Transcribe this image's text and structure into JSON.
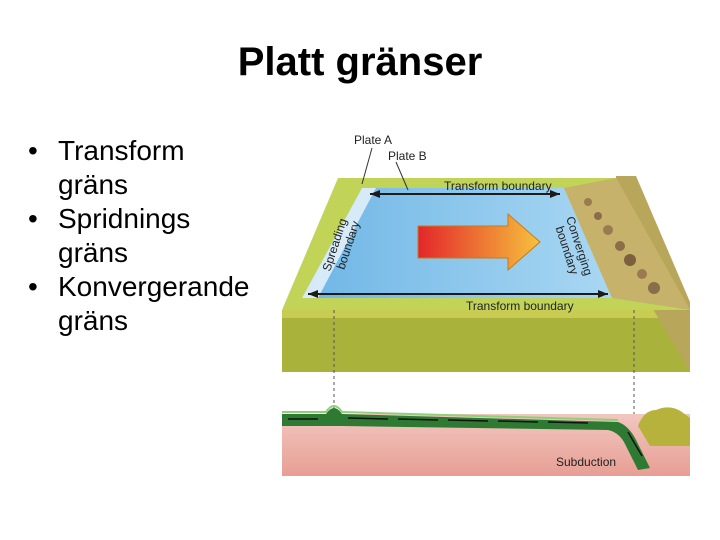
{
  "slide": {
    "title": "Platt gränser",
    "bullets": [
      {
        "line1": "Transform",
        "line2": "gräns"
      },
      {
        "line1": "Spridnings",
        "line2": "gräns"
      },
      {
        "line1": "Konvergerande",
        "line2": "gräns"
      }
    ]
  },
  "diagram": {
    "plate_a": "Plate A",
    "plate_b": "Plate B",
    "transform_top": "Transform boundary",
    "transform_bottom": "Transform boundary",
    "spreading_1": "Spreading",
    "spreading_2": "boundary",
    "converging_1": "Converging",
    "converging_2": "boundary",
    "subduction": "Subduction"
  }
}
